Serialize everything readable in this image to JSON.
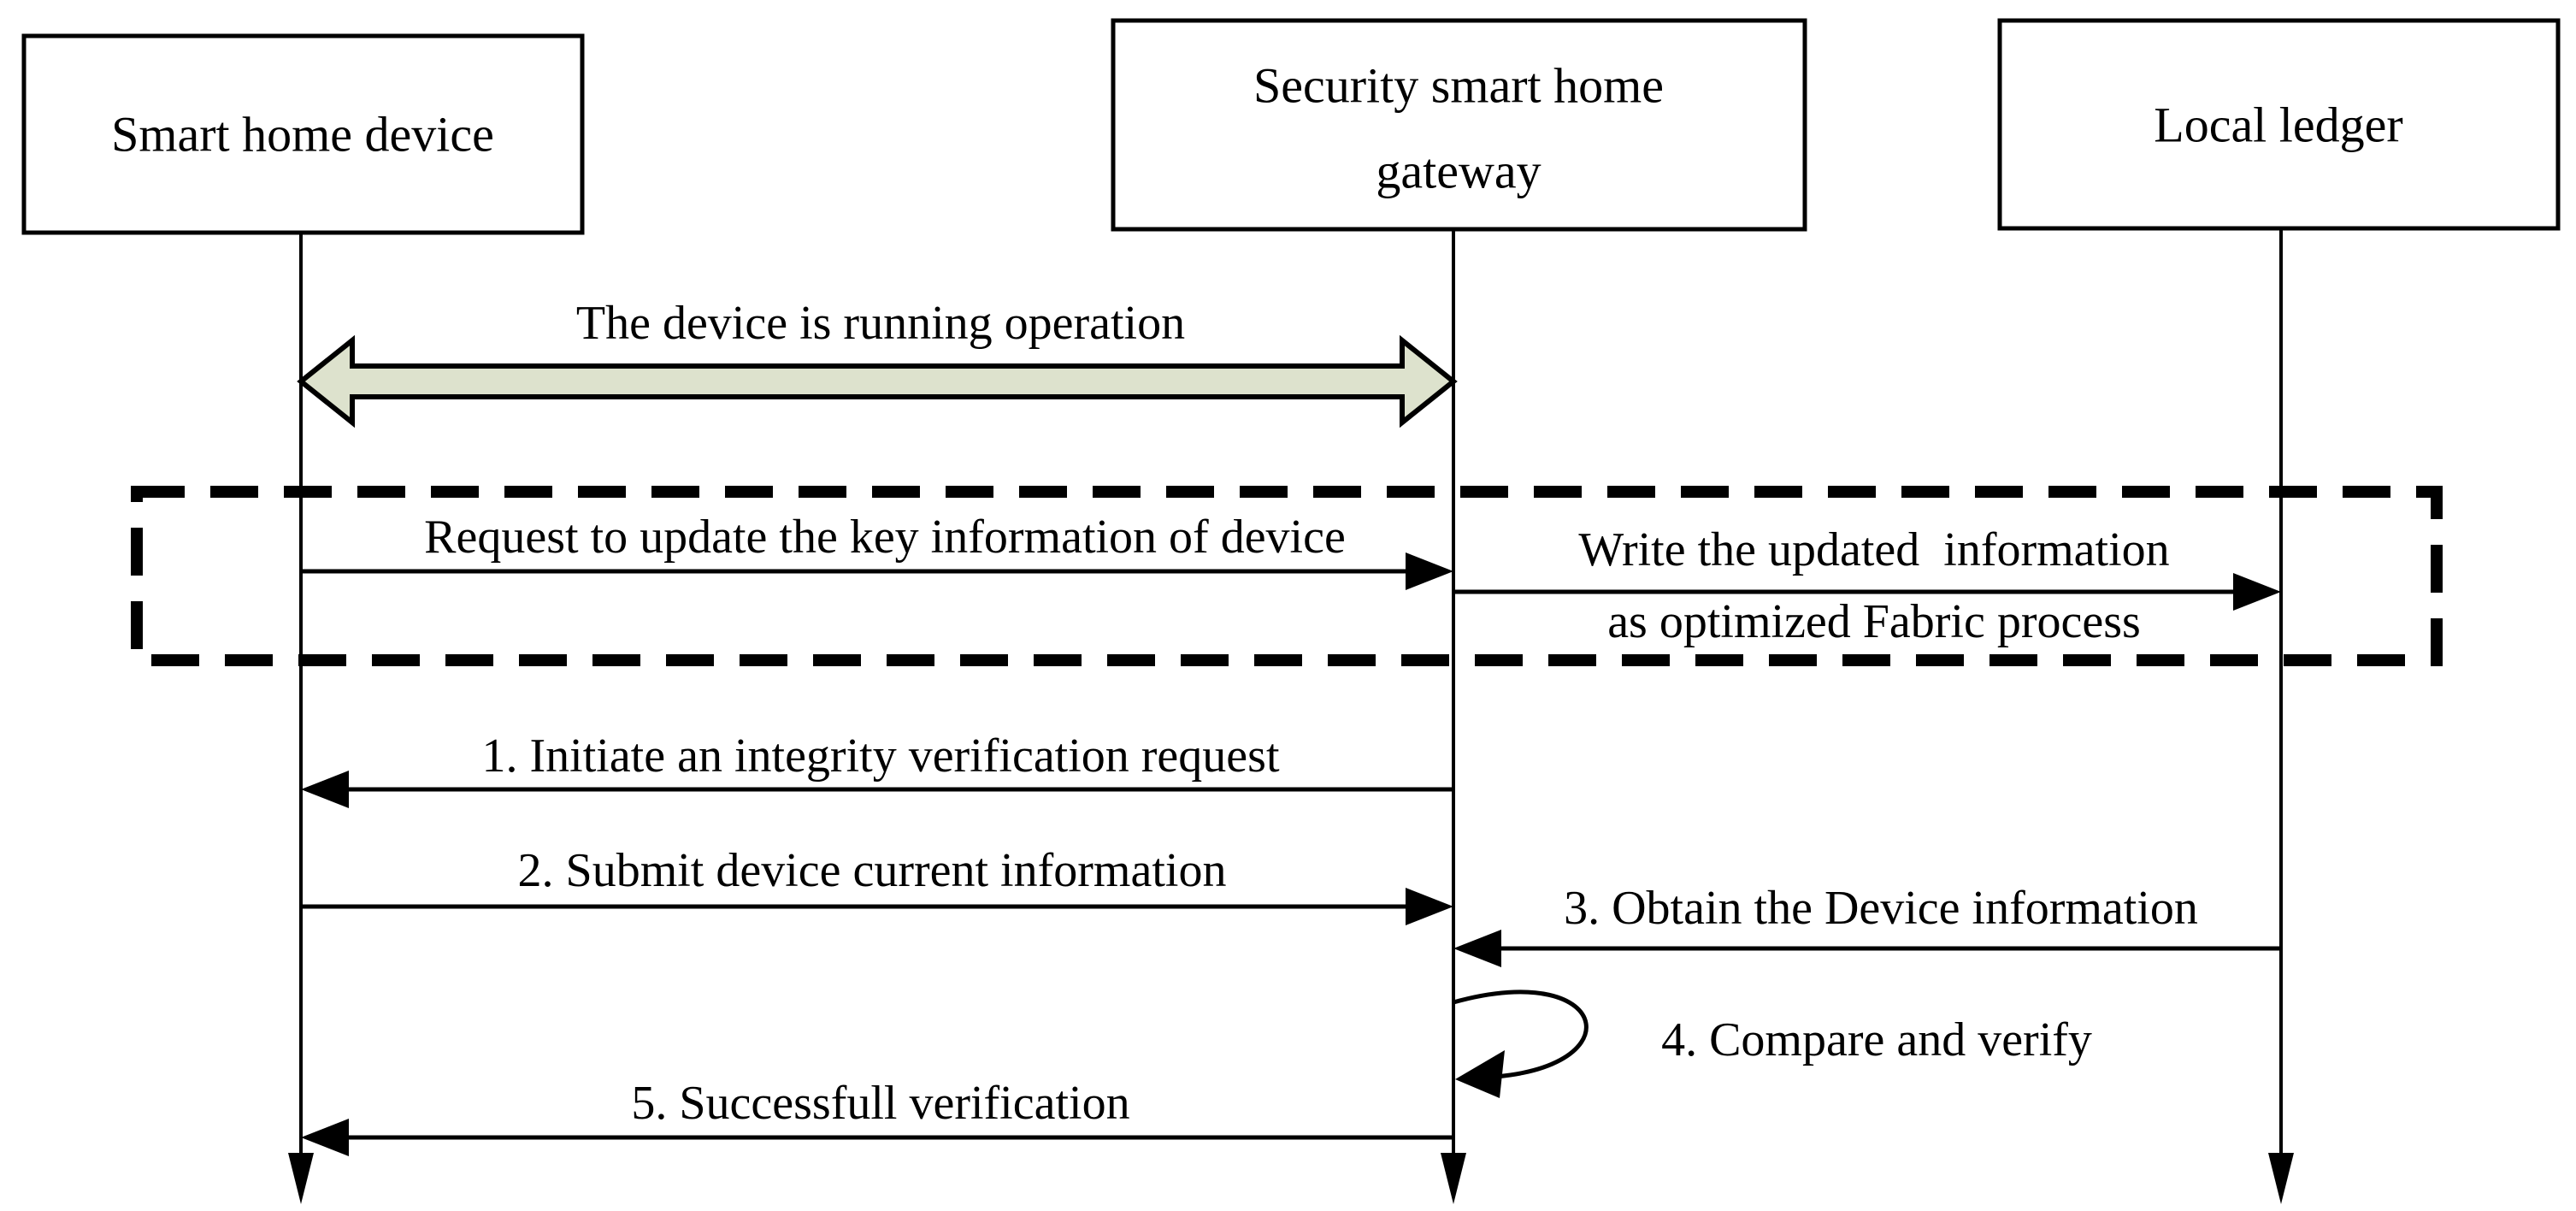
{
  "diagram": {
    "type": "sequence-diagram",
    "participants": [
      {
        "label": "Smart home device"
      },
      {
        "line1": "Security smart home",
        "line2": "gateway"
      },
      {
        "label": "Local ledger"
      }
    ],
    "messages": {
      "running_operation": "The device is running operation",
      "update_key": "Request to update the key information of device",
      "write_info_line1": "Write the updated  information",
      "write_info_line2": "as optimized Fabric process",
      "step1": "1. Initiate an integrity verification request",
      "step2": "2. Submit device current information",
      "step3": "3. Obtain the Device information",
      "step4": "4. Compare and verify",
      "step5": "5. Successfull verification"
    },
    "colors": {
      "line": "#000000",
      "background": "#ffffff",
      "block_arrow_fill": "#dde2cd"
    }
  }
}
